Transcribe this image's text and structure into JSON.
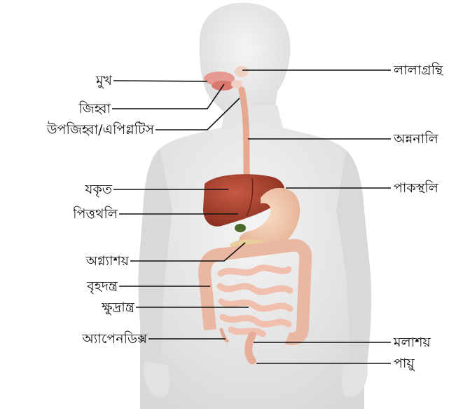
{
  "labels": {
    "mouth": "মুখ",
    "tongue": "জিহ্বা",
    "epiglottis": "উপজিহ্বা/এপিগ্লটিস",
    "liver": "যকৃত",
    "gallbladder": "পিত্তথলি",
    "pancreas": "অগ্ন্যাশয়",
    "large_intestine": "বৃহদন্ত্র",
    "small_intestine": "ক্ষুদ্রান্ত্র",
    "appendix": "অ্যাপেনডিক্স",
    "salivary_glands": "লালাগ্রন্থি",
    "esophagus": "অন্ননালি",
    "stomach": "পাকস্থলি",
    "rectum": "মলাশয়",
    "anus": "পায়ু"
  },
  "colors": {
    "body": "#e8e8e8",
    "body_shade": "#d6d6d6",
    "liver": "#a8432f",
    "stomach": "#f0c5aa",
    "intestine": "#efb7a8",
    "gallbladder": "#4a6b2a",
    "pancreas": "#e9cf9b",
    "leader": "#111111"
  }
}
